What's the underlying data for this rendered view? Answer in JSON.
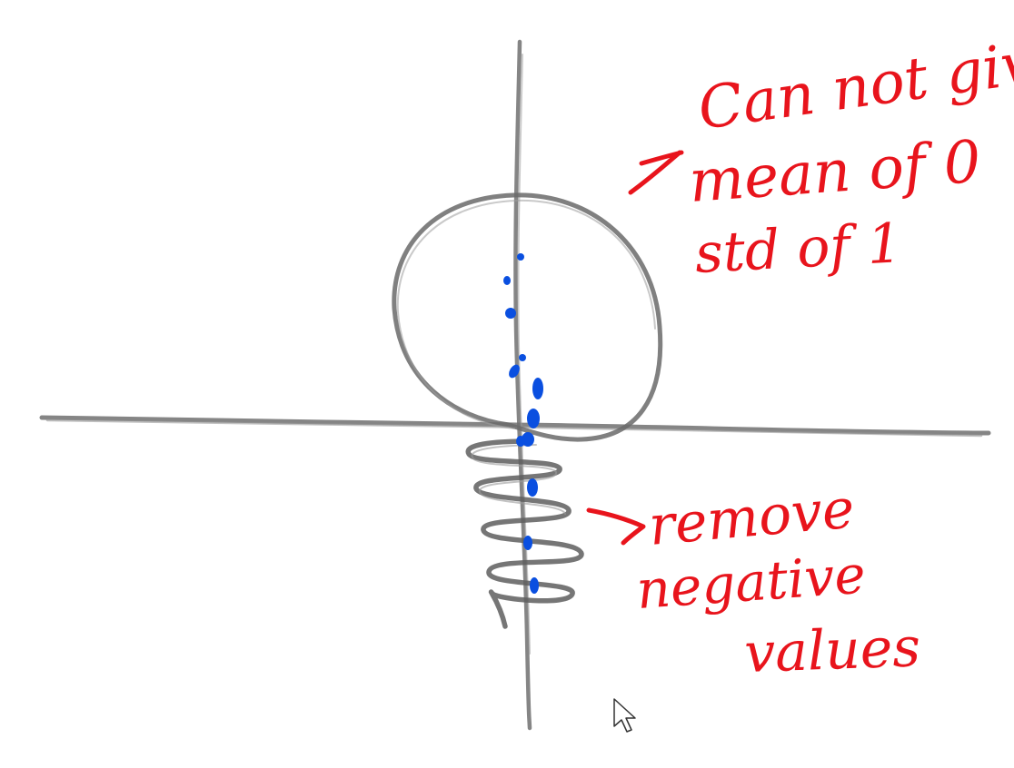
{
  "colors": {
    "pencil": "#6f6f6f",
    "pencil_light": "#9a9a9a",
    "annotation_red": "#e8141c",
    "points_blue": "#0a4fe0"
  },
  "annotations": {
    "top_note": {
      "line1": "Can not give",
      "line2": "mean of 0",
      "line3": "std of 1"
    },
    "bottom_note": {
      "line1": "remove",
      "line2": "negative",
      "line3": "values"
    }
  },
  "icons": {
    "pointer": "mouse-pointer-icon",
    "arrow_top": "arrow-icon",
    "arrow_bottom": "arrow-icon"
  }
}
